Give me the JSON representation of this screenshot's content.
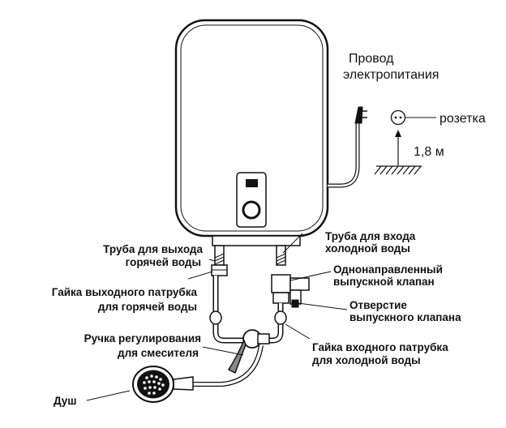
{
  "labels": {
    "power_cord_line1": "Провод",
    "power_cord_line2": "электропитания",
    "socket": "розетка",
    "height": "1,8 м",
    "hot_pipe_line1": "Труба для выхода",
    "hot_pipe_line2": "горячей воды",
    "cold_pipe_line1": "Труба для входа",
    "cold_pipe_line2": "холодной воды",
    "hot_nut_line1": "Гайка выходного патрубка",
    "hot_nut_line2": "для горячей воды",
    "check_valve_line1": "Однонаправленный",
    "check_valve_line2": "выпускной клапан",
    "valve_hole_line1": "Отверстие",
    "valve_hole_line2": "выпускного клапана",
    "mixer_handle_line1": "Ручка регулирования",
    "mixer_handle_line2": "для смесителя",
    "cold_nut_line1": "Гайка входного патрубка",
    "cold_nut_line2": "для холодной воды",
    "shower": "Душ"
  },
  "colors": {
    "ink": "#111111",
    "tank_fill": "#ffffff",
    "display": "#111111"
  }
}
